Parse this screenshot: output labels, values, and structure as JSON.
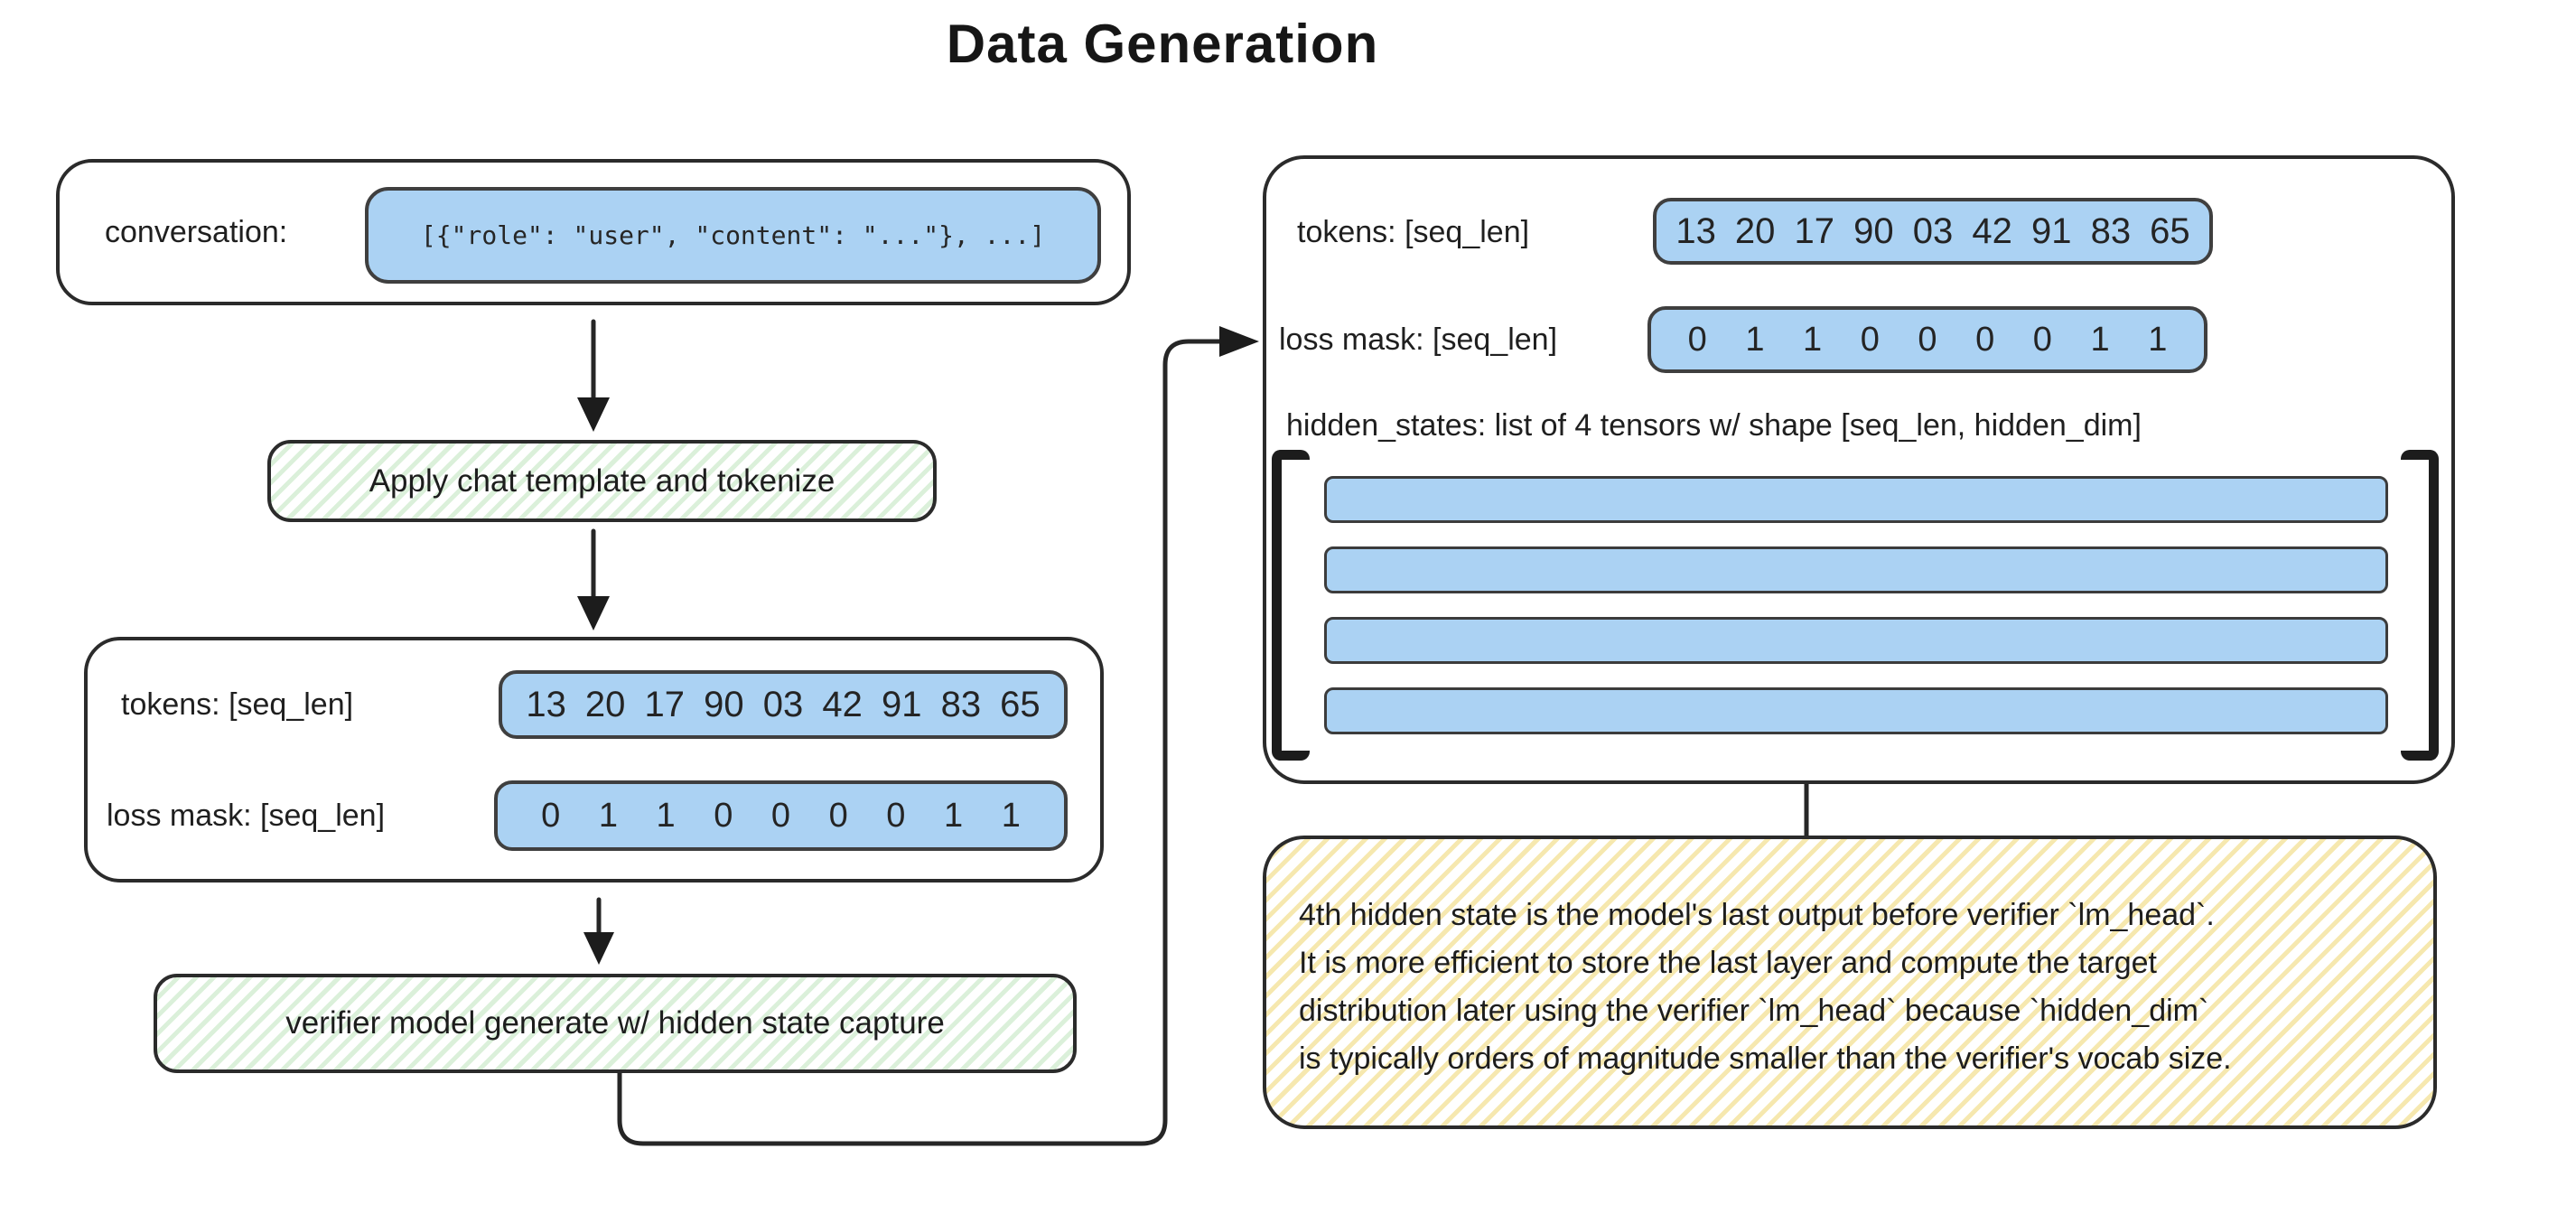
{
  "title": "Data Generation",
  "left_flow": {
    "conversation_box": {
      "label": "conversation:",
      "value": "[{\"role\": \"user\", \"content\": \"...\"}, ...]"
    },
    "step1_label": "Apply chat template and tokenize",
    "tokens_box": {
      "tokens_label": "tokens: [seq_len]",
      "tokens_values": "13 20 17 90 03 42 91 83 65",
      "loss_mask_label": "loss mask: [seq_len]",
      "loss_mask_values": "0 1 1 0 0 0 0 1 1"
    },
    "step2_label": "verifier model generate w/ hidden state capture"
  },
  "right_panel": {
    "tokens_label": "tokens: [seq_len]",
    "tokens_values": "13 20 17 90 03 42 91 83 65",
    "loss_mask_label": "loss mask: [seq_len]",
    "loss_mask_values": "0 1 1 0 0 0 0 1 1",
    "hidden_states_label": "hidden_states: list of 4 tensors w/ shape [seq_len, hidden_dim]",
    "num_hidden_bars": 4
  },
  "note": {
    "lines": [
      "4th hidden state is the model's last output before verifier `lm_head`.",
      "It is more efficient to store the last layer and compute the target",
      "distribution later using the verifier `lm_head` because `hidden_dim`",
      "is typically orders of magnitude smaller than the verifier's vocab size."
    ]
  },
  "colors": {
    "blue_fill": "#abd2f3",
    "green_stripe": "#dbf0da",
    "yellow_stripe": "#f6e8af",
    "ink": "#2b2b2b"
  }
}
